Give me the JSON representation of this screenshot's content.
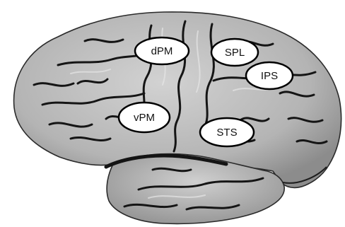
{
  "figure": {
    "regions": [
      {
        "id": "dPM",
        "label": "dPM"
      },
      {
        "id": "SPL",
        "label": "SPL"
      },
      {
        "id": "IPS",
        "label": "IPS"
      },
      {
        "id": "vPM",
        "label": "vPM"
      },
      {
        "id": "STS",
        "label": "STS"
      }
    ],
    "colors": {
      "background": "#ffffff",
      "cortex_fill": "#bdbdbd",
      "cortex_shade": "#9a9a9a",
      "sulcus": "#141414",
      "gyrus_highlight": "#e6e6e6",
      "label_fill": "#ffffff",
      "label_stroke": "#000000"
    }
  }
}
